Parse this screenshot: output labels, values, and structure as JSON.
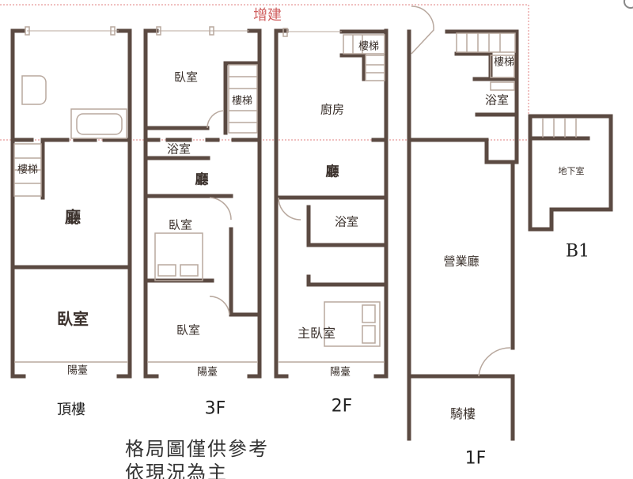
{
  "title": "格局圖",
  "extension_label": "增建",
  "colors": {
    "wall": "#5b4a42",
    "extension_line": "#e08080",
    "fixture": "#b8a89e"
  },
  "floors": {
    "top": {
      "name": "頂樓",
      "rooms": {
        "stairs": "樓梯",
        "living": "廳",
        "bedroom": "臥室",
        "balcony": "陽臺"
      }
    },
    "f3": {
      "name": "3F",
      "rooms": {
        "bedroom1": "臥室",
        "stairs": "樓梯",
        "bath": "浴室",
        "living": "廳",
        "bedroom2": "臥室",
        "bedroom3": "臥室",
        "balcony": "陽臺"
      }
    },
    "f2": {
      "name": "2F",
      "rooms": {
        "stairs": "樓梯",
        "kitchen": "廚房",
        "living": "廳",
        "bath": "浴室",
        "master": "主臥室",
        "balcony": "陽臺"
      }
    },
    "f1": {
      "name": "1F",
      "rooms": {
        "stairs": "樓梯",
        "bath": "浴室",
        "business": "營業廳",
        "arcade": "騎樓"
      }
    },
    "b1": {
      "name": "B1",
      "rooms": {
        "basement": "地下室"
      }
    }
  },
  "note": {
    "line1": "格局圖僅供參考",
    "line2": "依現況為主"
  }
}
